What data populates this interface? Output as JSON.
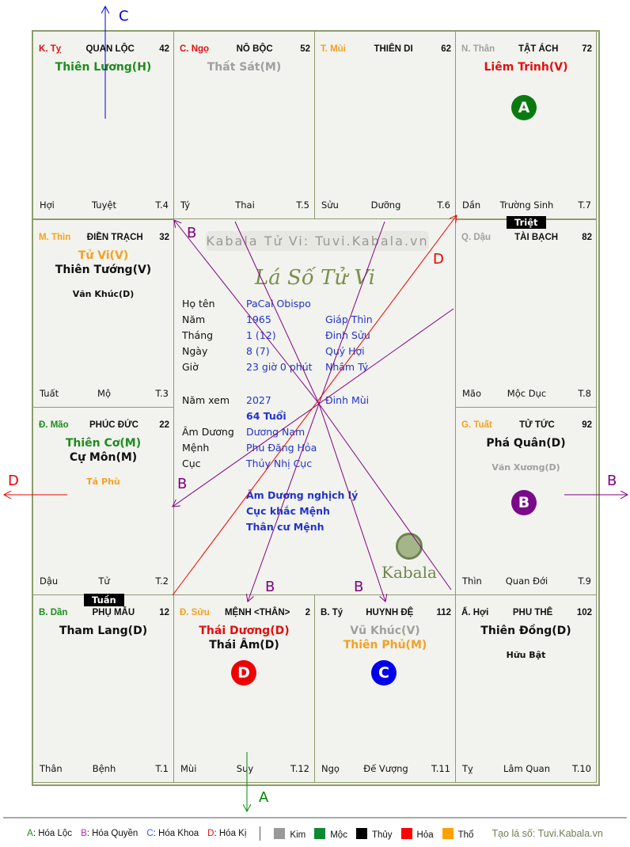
{
  "palaces": [
    {
      "can": "K. Tỵ",
      "can_color": "#e01010",
      "cung": "QUAN LỘC",
      "age": "42",
      "stars": [
        {
          "t": "Thiên Lương(H)",
          "c": "#1e8c1e"
        }
      ],
      "minor": [],
      "branch": "Hợi",
      "stage": "Tuyệt",
      "month": "T.4"
    },
    {
      "can": "C. Ngọ",
      "can_color": "#e01010",
      "cung": "NÔ BỘC",
      "age": "52",
      "stars": [
        {
          "t": "Thất Sát(M)",
          "c": "#a0a0a0"
        }
      ],
      "minor": [],
      "branch": "Tý",
      "stage": "Thai",
      "month": "T.5"
    },
    {
      "can": "T. Mùi",
      "can_color": "#f5a020",
      "cung": "THIÊN DI",
      "age": "62",
      "stars": [],
      "minor": [],
      "branch": "Sửu",
      "stage": "Dưỡng",
      "month": "T.6"
    },
    {
      "can": "N. Thân",
      "can_color": "#a0a0a0",
      "cung": "TẬT ÁCH",
      "age": "72",
      "stars": [
        {
          "t": "Liêm Trinh(V)",
          "c": "#e01010"
        }
      ],
      "minor": [],
      "branch": "Dần",
      "stage": "Trường Sinh",
      "month": "T.7"
    },
    {
      "can": "M. Thìn",
      "can_color": "#f5a020",
      "cung": "ĐIỀN TRẠCH",
      "age": "32",
      "stars": [
        {
          "t": "Tử Vi(V)",
          "c": "#f5a020"
        },
        {
          "t": "Thiên Tướng(V)",
          "c": "#111111"
        }
      ],
      "minor": [
        {
          "t": "Văn Khúc(D)",
          "c": "#111111"
        }
      ],
      "branch": "Tuất",
      "stage": "Mộ",
      "month": "T.3"
    },
    {
      "can": "Q. Dậu",
      "can_color": "#a0a0a0",
      "cung": "TÀI BẠCH",
      "age": "82",
      "stars": [],
      "minor": [],
      "branch": "Mão",
      "stage": "Mộc Dục",
      "month": "T.8"
    },
    {
      "can": "Đ. Mão",
      "can_color": "#1e8c1e",
      "cung": "PHÚC ĐỨC",
      "age": "22",
      "stars": [
        {
          "t": "Thiên Cơ(M)",
          "c": "#1e8c1e"
        },
        {
          "t": "Cự Môn(M)",
          "c": "#111111"
        }
      ],
      "minor": [
        {
          "t": "Tả Phù",
          "c": "#f5a020"
        }
      ],
      "branch": "Dậu",
      "stage": "Tử",
      "month": "T.2"
    },
    {
      "can": "G. Tuất",
      "can_color": "#f5a020",
      "cung": "TỬ TỨC",
      "age": "92",
      "stars": [
        {
          "t": "Phá Quân(D)",
          "c": "#111111"
        }
      ],
      "minor": [
        {
          "t": "Văn Xương(D)",
          "c": "#a0a0a0"
        }
      ],
      "branch": "Thìn",
      "stage": "Quan Đới",
      "month": "T.9"
    },
    {
      "can": "B. Dần",
      "can_color": "#1e8c1e",
      "cung": "PHỤ MẪU",
      "age": "12",
      "stars": [
        {
          "t": "Tham Lang(D)",
          "c": "#111111"
        }
      ],
      "minor": [],
      "branch": "Thân",
      "stage": "Bệnh",
      "month": "T.1"
    },
    {
      "can": "Đ. Sửu",
      "can_color": "#f5a020",
      "cung": "MỆNH <THÂN>",
      "age": "2",
      "stars": [
        {
          "t": "Thái Dương(D)",
          "c": "#e01010"
        },
        {
          "t": "Thái Âm(D)",
          "c": "#111111"
        }
      ],
      "minor": [],
      "branch": "Mùi",
      "stage": "Suy",
      "month": "T.12"
    },
    {
      "can": "B. Tý",
      "can_color": "#111111",
      "cung": "HUYNH ĐỆ",
      "age": "112",
      "stars": [
        {
          "t": "Vũ Khúc(V)",
          "c": "#a0a0a0"
        },
        {
          "t": "Thiên Phủ(M)",
          "c": "#f5a020"
        }
      ],
      "minor": [],
      "branch": "Ngọ",
      "stage": "Đế Vượng",
      "month": "T.11"
    },
    {
      "can": "Ấ. Hợi",
      "can_color": "#111111",
      "cung": "PHU THÊ",
      "age": "102",
      "stars": [
        {
          "t": "Thiên Đồng(D)",
          "c": "#111111"
        }
      ],
      "minor": [
        {
          "t": "Hữu Bật",
          "c": "#111111"
        }
      ],
      "branch": "Tỵ",
      "stage": "Lâm Quan",
      "month": "T.10"
    }
  ],
  "center": {
    "watermark": "Kabala Tử Vi: Tuvi.Kabala.vn",
    "title": "Lá Số Tử Vi",
    "rows": [
      {
        "k": "Họ tên",
        "v": "PaCal Obispo",
        "v2": ""
      },
      {
        "k": "Năm",
        "v": "1965",
        "v2": "Giáp Thìn"
      },
      {
        "k": "Tháng",
        "v": "1  (12)",
        "v2": "Đinh Sửu"
      },
      {
        "k": "Ngày",
        "v": "8  (7)",
        "v2": "Quý Hợi"
      },
      {
        "k": "Giờ",
        "v": "23 giờ 0 phút",
        "v2": "Nhâm Tý"
      },
      {
        "k": "Năm xem",
        "v": "2027",
        "v2": "Đinh Mùi"
      },
      {
        "k": "",
        "v": "64 Tuổi",
        "v2": ""
      },
      {
        "k": "Âm Dương",
        "v": "Dương Nam",
        "v2": ""
      },
      {
        "k": "Mệnh",
        "v": "Phú Đăng Hỏa",
        "v2": ""
      },
      {
        "k": "Cục",
        "v": "Thủy Nhị Cục",
        "v2": ""
      }
    ],
    "notes": [
      "Âm Dương nghịch lý",
      "Cục khắc Mệnh",
      "Thân cư Mệnh"
    ],
    "logo": "Kabala"
  },
  "badges": {
    "tuan": "Tuần",
    "triet": "Triệt"
  },
  "markers": {
    "A": "A",
    "B": "B",
    "C": "C",
    "D": "D"
  },
  "colors": {
    "A": "#0a7a10",
    "B": "#7a0a8a",
    "C": "#0000ee",
    "D": "#ee0000"
  },
  "legend": {
    "hoa": [
      {
        "k": "A",
        "t": ": Hóa Lộc",
        "c": "#1e8c1e"
      },
      {
        "k": "B",
        "t": ": Hóa Quyền",
        "c": "#c020c0"
      },
      {
        "k": "C",
        "t": ": Hóa Khoa",
        "c": "#3060ff"
      },
      {
        "k": "D",
        "t": ": Hóa Kị",
        "c": "#e01010"
      }
    ],
    "elements": [
      {
        "t": "Kim",
        "c": "#999999"
      },
      {
        "t": "Mộc",
        "c": "#0a8a30"
      },
      {
        "t": "Thủy",
        "c": "#000000"
      },
      {
        "t": "Hỏa",
        "c": "#ff0000"
      },
      {
        "t": "Thổ",
        "c": "#ffa000"
      }
    ],
    "credit": "Tạo lá số: Tuvi.Kabala.vn"
  }
}
